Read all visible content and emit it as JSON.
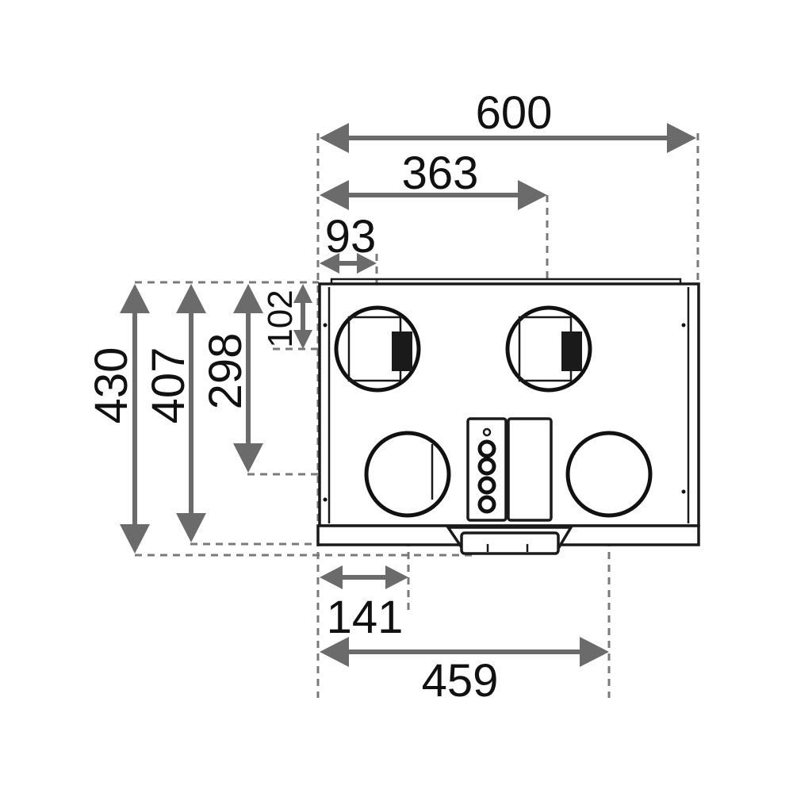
{
  "dimensions": {
    "width_total": "600",
    "spigot_right_x": "363",
    "spigot_left_x": "93",
    "depth_total": "430",
    "depth_body": "407",
    "lower_spigot_y": "298",
    "upper_spigot_y": "102",
    "lower_left_x": "141",
    "lower_right_x": "459"
  },
  "colors": {
    "dimension_lines": "#6b6b6b",
    "extension_lines": "#7a7a7a",
    "outline": "#1a1a1a"
  }
}
